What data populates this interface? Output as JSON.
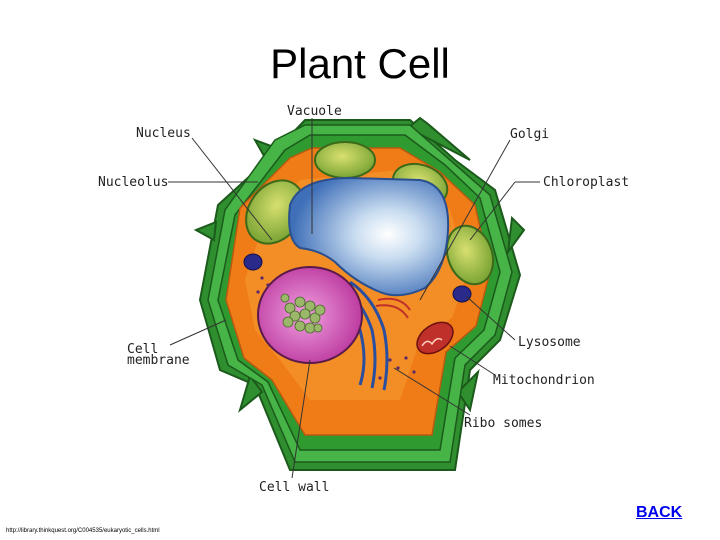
{
  "title": "Plant Cell",
  "labels": {
    "vacuole": "Vacuole",
    "nucleus": "Nucleus",
    "golgi": "Golgi",
    "nucleolus": "Nucleolus",
    "chloroplast": "Chloroplast",
    "cell_membrane_line1": "Cell",
    "cell_membrane_line2": "membrane",
    "lysosome": "Lysosome",
    "mitochondrion": "Mitochondrion",
    "ribosomes": "Ribo somes",
    "cell_wall": "Cell wall"
  },
  "back_link": "BACK",
  "source_url": "http://library.thinkquest.org/C004535/eukaryotic_cells.html",
  "colors": {
    "cell_wall": "#3aa33a",
    "cytoplasm": "#f07c18",
    "vacuole": "#5c8fcf",
    "nucleus": "#d84fb8",
    "chloroplast": "#8cb83a",
    "lysosome": "#2a2a8a",
    "mitochondrion": "#c0302a",
    "link": "#0000ee"
  }
}
